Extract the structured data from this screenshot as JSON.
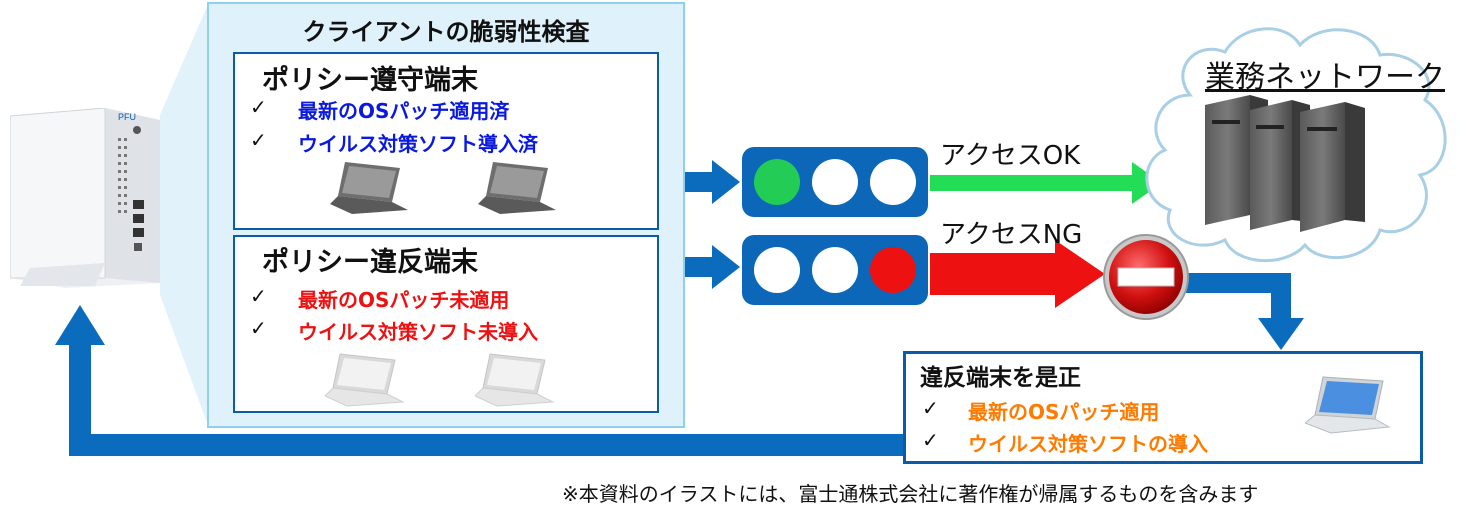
{
  "panel": {
    "title": "クライアントの脆弱性検査",
    "compliant": {
      "title": "ポリシー遵守端末",
      "items": [
        "最新のOSパッチ適用済",
        "ウイルス対策ソフト導入済"
      ]
    },
    "violating": {
      "title": "ポリシー違反端末",
      "items": [
        "最新のOSパッチ未適用",
        "ウイルス対策ソフト未導入"
      ]
    }
  },
  "check_mark": "✓",
  "appliance_label": "PFU",
  "access": {
    "ok": "アクセスOK",
    "ng": "アクセスNG"
  },
  "network": {
    "title": "業務ネットワーク"
  },
  "correction": {
    "title": "違反端末を是正",
    "items": [
      "最新のOSパッチ適用",
      "ウイルス対策ソフトの導入"
    ]
  },
  "footnote": "※本資料のイラストには、富士通株式会社に著作権が帰属するものを含みます",
  "colors": {
    "flow_blue": "#0b6bbd",
    "ok_green": "#22dd55",
    "ng_red": "#ee1111",
    "compliant_text": "#0a19e0",
    "violating_text": "#ee1111",
    "correction_text": "#ff7a00"
  },
  "icons": [
    "appliance-icon",
    "laptop-icon",
    "server-icon",
    "cloud-icon",
    "no-entry-icon",
    "check-icon"
  ]
}
